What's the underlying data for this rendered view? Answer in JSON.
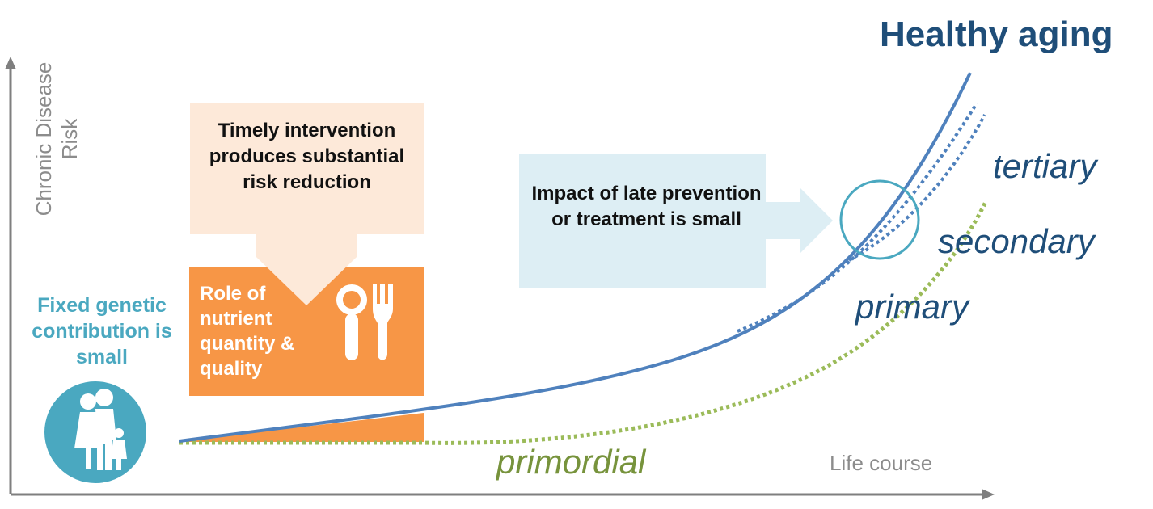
{
  "title": "Healthy aging",
  "axes": {
    "y_label": "Chronic Disease Risk",
    "x_label": "Life course"
  },
  "boxes": {
    "genetic": "Fixed genetic contribution is small",
    "timely": "Timely intervention produces substantial risk reduction",
    "nutrient": "Role of nutrient quantity & quality",
    "late": "Impact of late prevention or treatment is small"
  },
  "stages": {
    "tertiary": "tertiary",
    "secondary": "secondary",
    "primary": "primary",
    "primordial": "primordial"
  },
  "icons": [
    "family-icon",
    "cutlery-icon"
  ],
  "colors": {
    "title": "#1f4e79",
    "curve": "#4f81bd",
    "primordial": "#9bbb59",
    "nutrient": "#f79646",
    "timely": "#fde9d9",
    "late": "#ddeef4",
    "genetic": "#4aa8c0"
  }
}
